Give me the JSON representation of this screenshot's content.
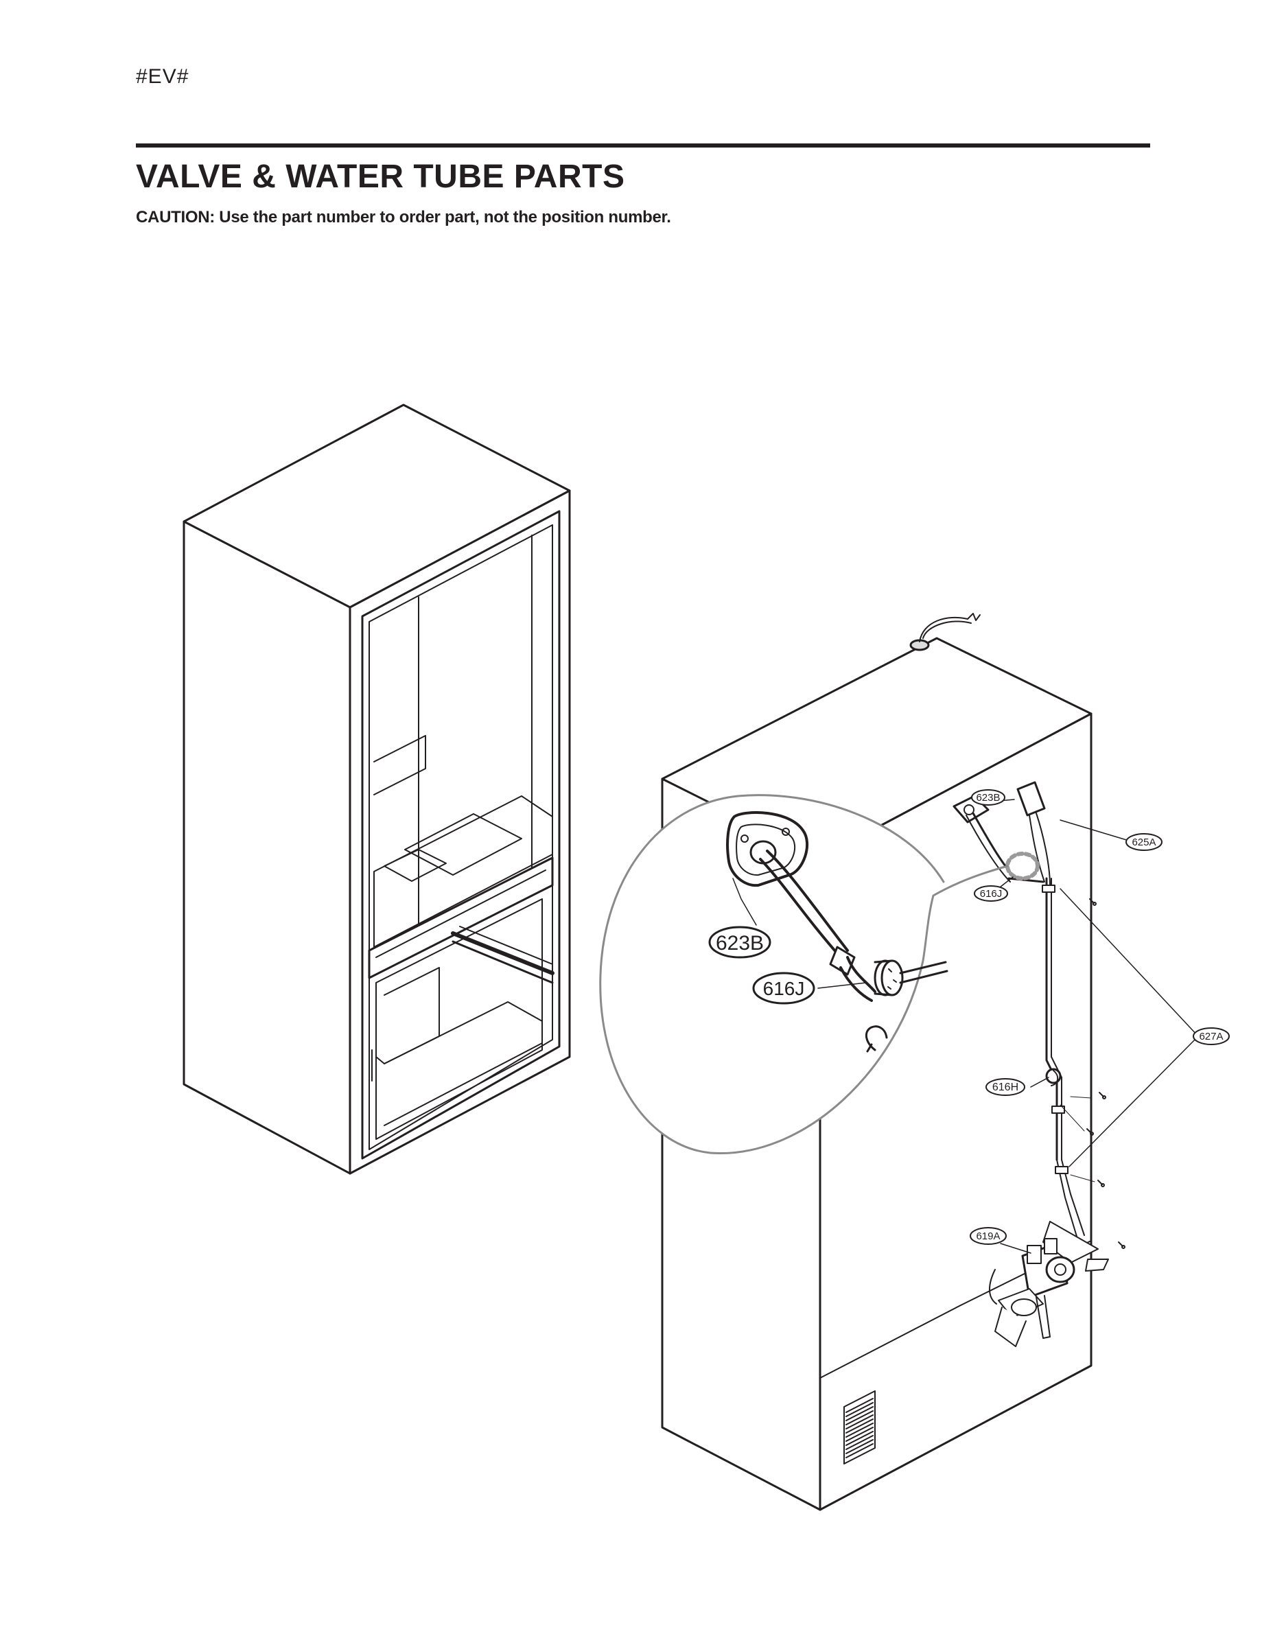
{
  "header": {
    "code": "#EV#",
    "title": "VALVE & WATER TUBE PARTS",
    "caution": "CAUTION: Use the part number to order part, not the position number."
  },
  "callouts": {
    "c623B_small": "623B",
    "c625A": "625A",
    "c616J_small": "616J",
    "c623B_large": "623B",
    "c616J_large": "616J",
    "c627A": "627A",
    "c616H": "616H",
    "c619A": "619A"
  },
  "colors": {
    "line": "#231f20",
    "zoom_circle": "#8a8a8a",
    "detail_marker": "#9a9a9a"
  }
}
